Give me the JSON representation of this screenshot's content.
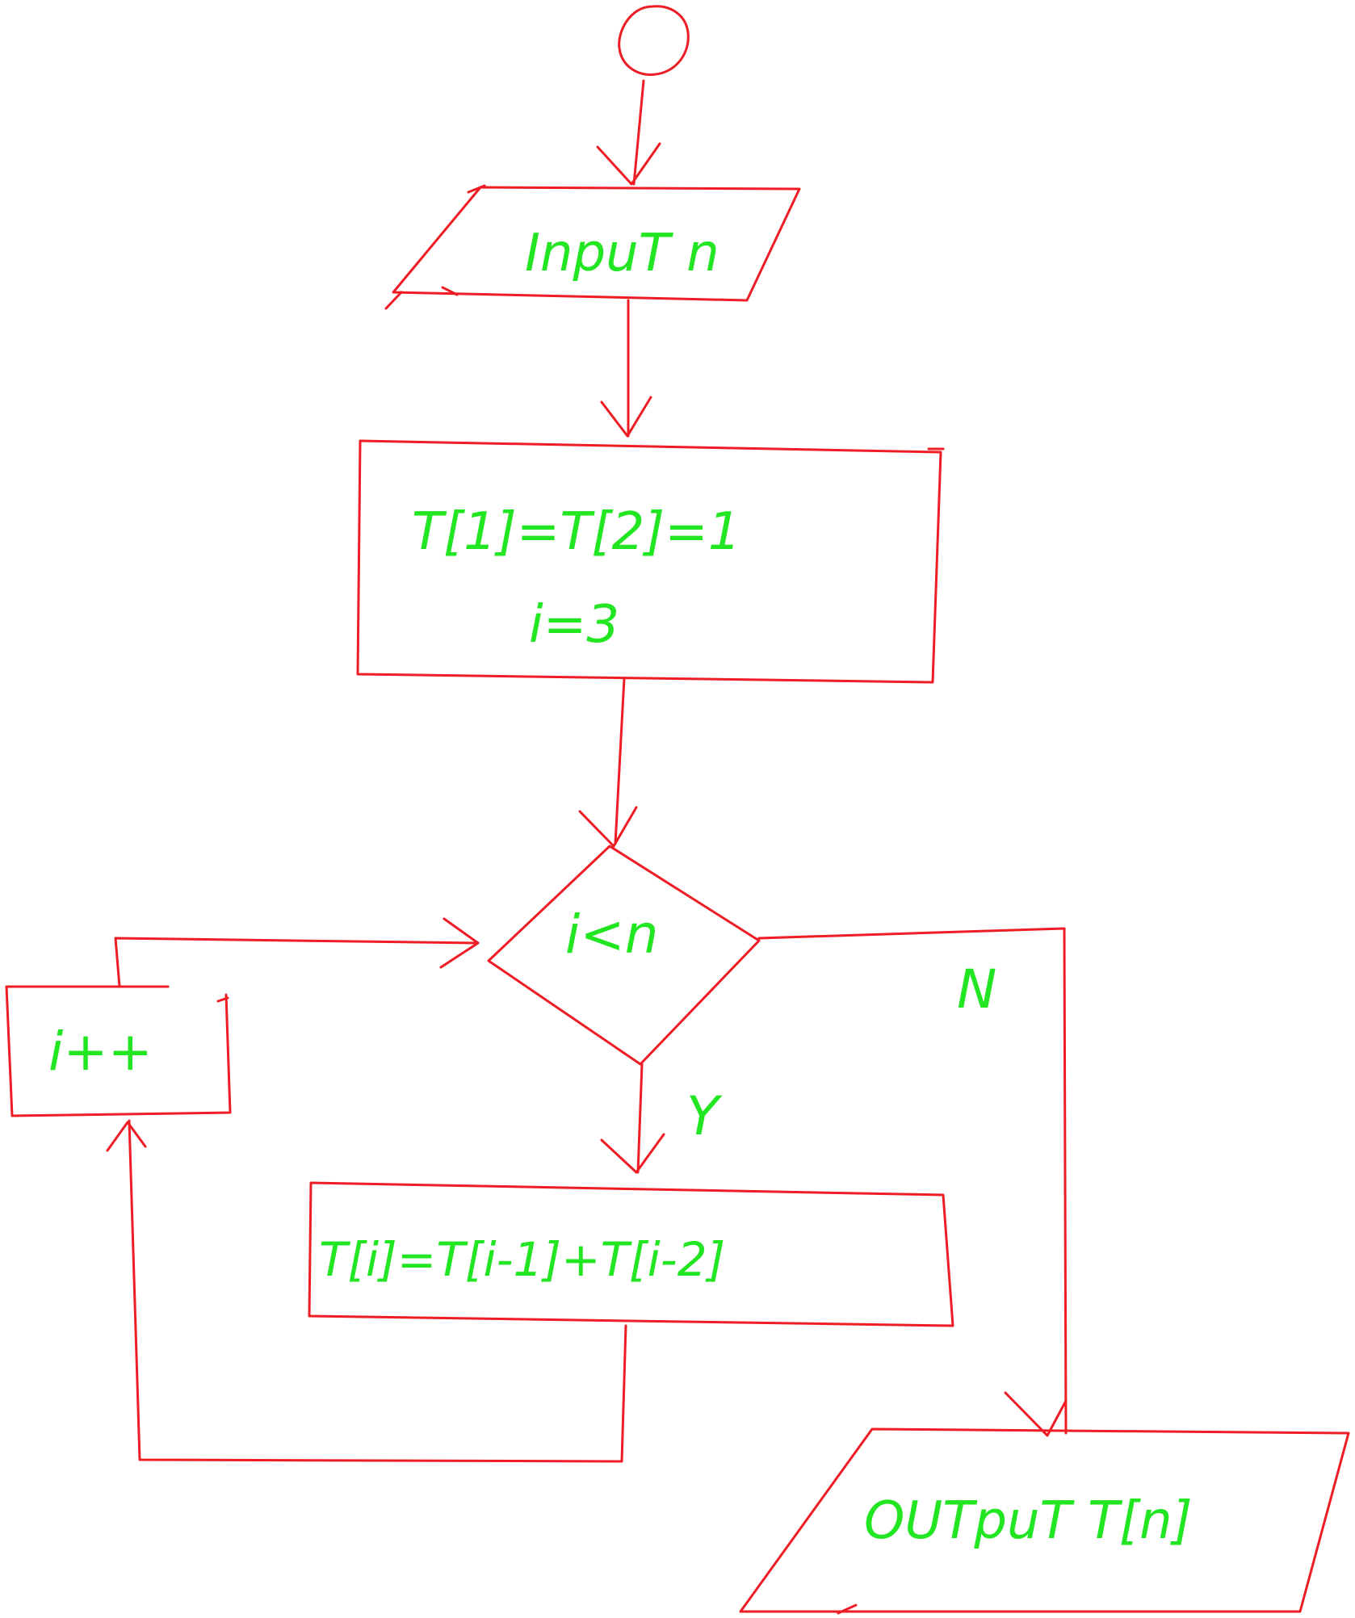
{
  "diagram": {
    "input_label": "InpuT n",
    "init_line1": "T[1]=T[2]=1",
    "init_line2": "i=3",
    "condition_label": "i<n",
    "increment_label": "i++",
    "yes_label": "Y",
    "no_label": "N",
    "process_label": "T[i]=T[i-1]+T[i-2]",
    "output_label": "OUTpuT T[n]"
  },
  "colors": {
    "stroke": "#ee1c24",
    "text": "#22e622",
    "background": "#ffffff"
  }
}
